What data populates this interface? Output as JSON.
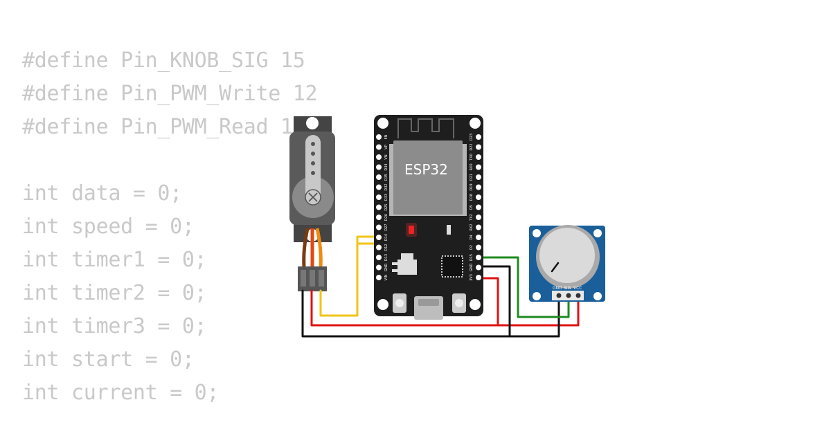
{
  "code_lines": [
    "#define Pin_KNOB_SIG 15",
    "#define Pin_PWM_Write 12",
    "#define Pin_PWM_Read 14",
    "",
    "int data = 0;",
    "int speed = 0;",
    "int timer1 = 0;",
    "int timer2 = 0;",
    "int timer3 = 0;",
    "int start = 0;",
    "int current = 0;"
  ],
  "esp32": {
    "chip_label": "ESP32",
    "left_pins": [
      "EN",
      "VP",
      "VN",
      "D34",
      "D35",
      "D32",
      "D33",
      "D25",
      "D26",
      "D27",
      "D14",
      "D12",
      "D13",
      "GND",
      "VIN"
    ],
    "right_pins": [
      "D23",
      "D22",
      "TX0",
      "RX0",
      "D21",
      "D19",
      "D18",
      "D5",
      "TX2",
      "RX2",
      "D4",
      "D2",
      "D15",
      "GND",
      "3V3"
    ]
  },
  "potentiometer": {
    "pins": [
      "GND",
      "SIG",
      "VCC"
    ]
  },
  "colors": {
    "code_text": "#c9c9c9",
    "board": "#1e1e1e",
    "chip": "#8c8c8c",
    "pot_board": "#1a5f9a",
    "wire_green": "#1f8a1f",
    "wire_red": "#e01010",
    "wire_black": "#111111",
    "wire_yellow": "#f0c419",
    "servo_body": "#555555",
    "led": "#e02020"
  },
  "icons": [
    "servo-horn-icon",
    "wifi-antenna-icon"
  ]
}
